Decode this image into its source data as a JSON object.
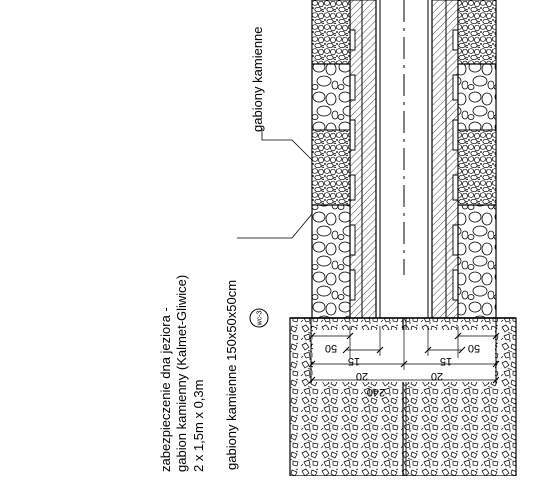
{
  "labels": {
    "gabion_top": "gabiony kamienne",
    "gabion_size": "gabiony kamienne 150x50x50cm",
    "lake_line1": "zabezpieczenie dna jeziora -",
    "lake_line2": "gabion kamienny (Kalmet-Gliwice)",
    "lake_line3": "2 x 1,5m x 0,3m",
    "symbol": "wc-3"
  },
  "dimensions": {
    "d50_left": "50",
    "d15_left": "15",
    "d20_left": "20",
    "d240": "240",
    "d20_right": "20",
    "d15_right": "15",
    "d50_right": "50"
  }
}
